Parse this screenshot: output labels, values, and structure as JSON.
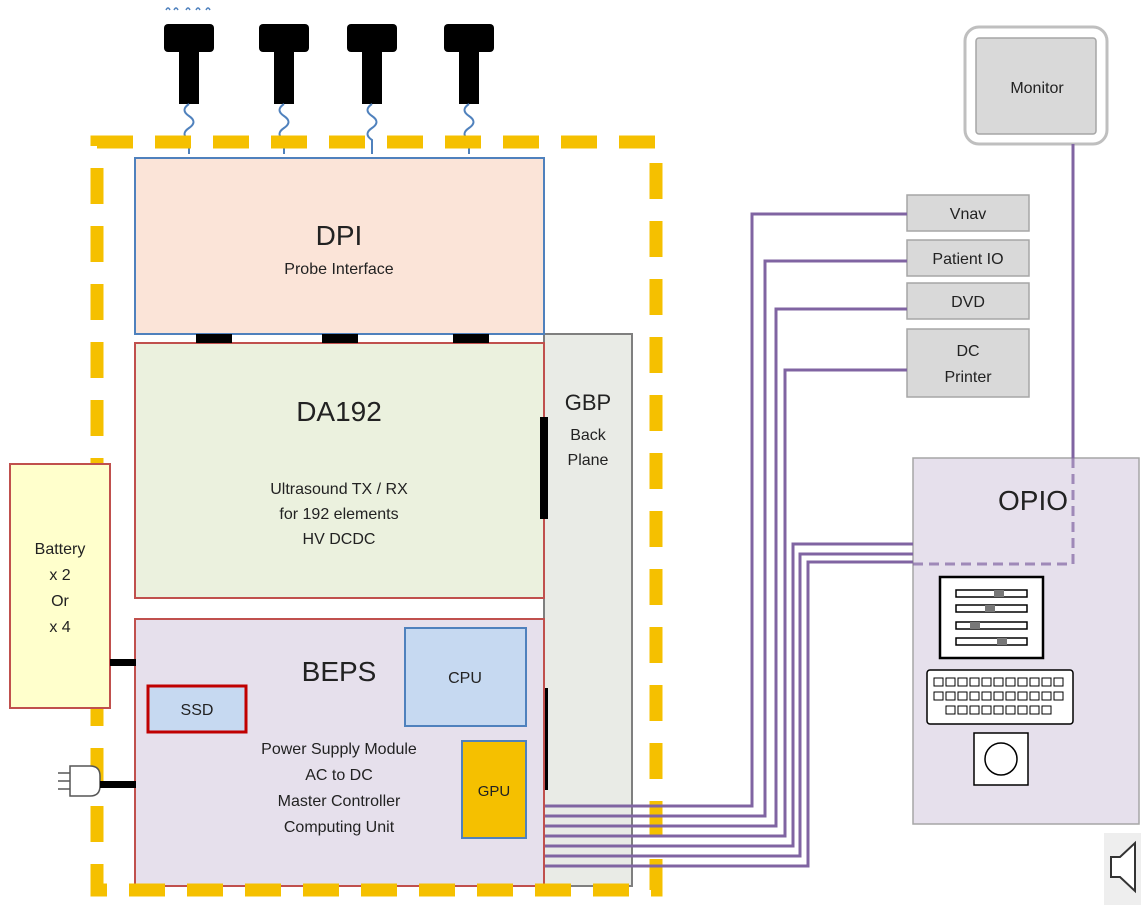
{
  "blocks": {
    "dpi": {
      "title": "DPI",
      "subtitle": "Probe Interface"
    },
    "da192": {
      "title": "DA192",
      "line1": "Ultrasound TX / RX",
      "line2": "for 192  elements",
      "line3": "HV DCDC"
    },
    "gbp": {
      "title": "GBP",
      "line1": "Back",
      "line2": "Plane"
    },
    "beps": {
      "title": "BEPS",
      "line1": "Power Supply Module",
      "line2": "AC to DC",
      "line3": "Master Controller",
      "line4": "Computing Unit"
    },
    "cpu": {
      "label": "CPU"
    },
    "gpu": {
      "label": "GPU"
    },
    "ssd": {
      "label": "SSD"
    },
    "battery": {
      "line1": "Battery",
      "line2": "x 2",
      "line3": "Or",
      "line4": "x 4"
    },
    "opio": {
      "title": "OPIO"
    },
    "monitor": {
      "label": "Monitor"
    },
    "peripherals": {
      "vnav": "Vnav",
      "patient_io": "Patient IO",
      "dvd": "DVD",
      "dc_printer_line1": "DC",
      "dc_printer_line2": "Printer"
    }
  },
  "colors": {
    "enclosure_dash": "#f5c000",
    "dpi_fill": "#fbe4d8",
    "dpi_border": "#4f81bd",
    "da192_fill": "#ebf1de",
    "board_border": "#c0504d",
    "beps_fill": "#e6e0ec",
    "gbp_fill": "#e9ebe6",
    "cpu_fill": "#c6d9f1",
    "gpu_fill": "#f5c000",
    "battery_fill": "#ffffcc",
    "cable": "#8064a2",
    "peripheral_fill": "#d9d9d9",
    "opio_fill": "#e6e0ec"
  }
}
